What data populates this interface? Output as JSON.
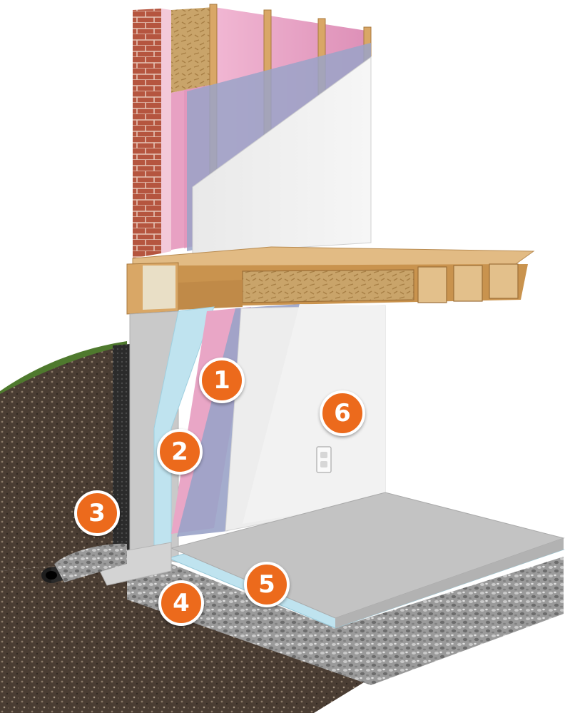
{
  "callouts": [
    {
      "id": "1",
      "label": "1"
    },
    {
      "id": "2",
      "label": "2"
    },
    {
      "id": "3",
      "label": "3"
    },
    {
      "id": "4",
      "label": "4"
    },
    {
      "id": "5",
      "label": "5"
    },
    {
      "id": "6",
      "label": "6"
    }
  ],
  "colors": {
    "badge": "#ec6a1c",
    "brick": "#b5553f",
    "insulation": "#e9a6c6",
    "vapor_barrier": "#9aa3c8",
    "drywall": "#ececec",
    "foam_board": "#bfe3ef",
    "concrete": "#c6c6c6",
    "wood": "#d9a766",
    "soil": "#4a3d33",
    "gravel": "#9c9c9c",
    "grass": "#4f7a2e"
  },
  "icons": [
    "electrical-outlet-icon",
    "drain-pipe-icon"
  ]
}
